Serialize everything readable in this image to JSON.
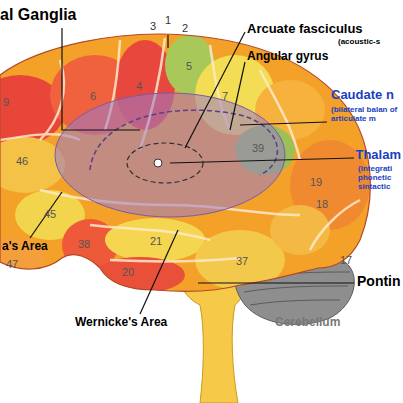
{
  "diagram": {
    "labels": [
      "al Ganglia",
      "3",
      "1",
      "2",
      "Arcuate fasciculus",
      "(acoustic-s",
      "Angular gyrus",
      "5",
      "9",
      "6",
      "4",
      "7",
      "Caudate n",
      "(bilateral balan of articulate m",
      "46",
      "39",
      "Thalam",
      "(integrati phonetic sintactic",
      "19",
      "45",
      "18",
      "a's Area",
      "47",
      "38",
      "21",
      "37",
      "17",
      "20",
      "Pontin",
      "Wernicke's Area",
      "Cerebellum"
    ]
  }
}
